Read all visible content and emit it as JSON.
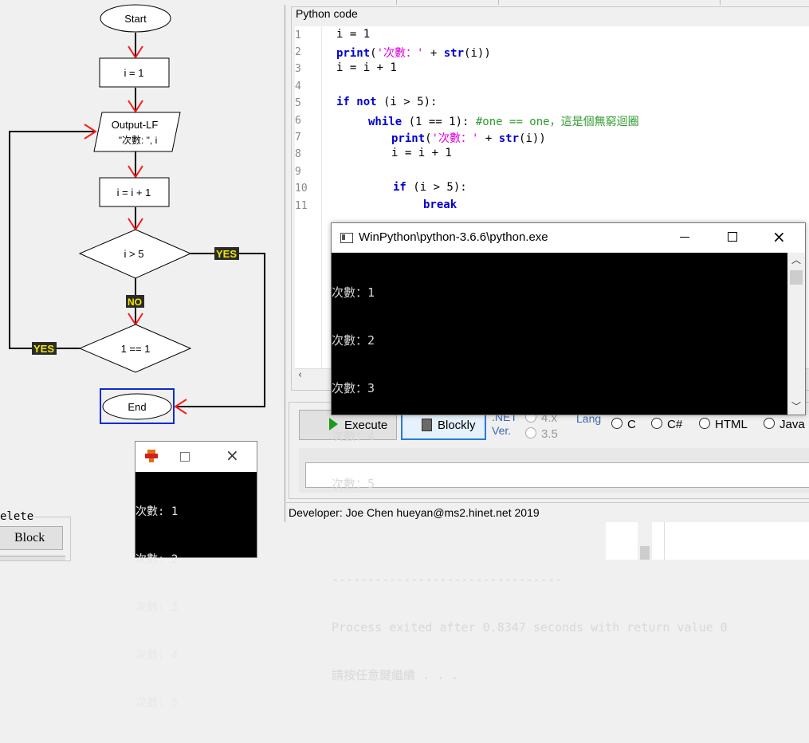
{
  "flowchart": {
    "start": "Start",
    "init": "i = 1",
    "output_line1": "Output-LF",
    "output_line2": "\"次數: \", i",
    "increment": "i = i + 1",
    "cond1": "i > 5",
    "cond2": "1 == 1",
    "end": "End",
    "yes": "YES",
    "no": "NO"
  },
  "delete_group": {
    "legend": "elete",
    "button": "Block"
  },
  "code_panel": {
    "legend": "Python code",
    "lines": [
      {
        "n": "1"
      },
      {
        "n": "2"
      },
      {
        "n": "3"
      },
      {
        "n": "4"
      },
      {
        "n": "5"
      },
      {
        "n": "6"
      },
      {
        "n": "7"
      },
      {
        "n": "8"
      },
      {
        "n": "9"
      },
      {
        "n": "10"
      },
      {
        "n": "11"
      }
    ],
    "code": {
      "l1": "i = 1",
      "l2_fn": "print",
      "l2_open": "(",
      "l2_str": "'次數：'",
      "l2_rest": " + ",
      "l2_str_fn": "str",
      "l2_end": "(i))",
      "l3": "i = i + 1",
      "l5_if": "if",
      "l5_not": " not",
      "l5_rest": " (i > 5):",
      "l6_while": "while",
      "l6_rest": " (1 == 1): ",
      "l6_comment": "#one == one，這是個無窮迴圈",
      "l7_fn": "print",
      "l7_open": "(",
      "l7_str": "'次數：'",
      "l7_rest": " + ",
      "l7_str_fn": "str",
      "l7_end": "(i))",
      "l8": "i = i + 1",
      "l10_if": "if",
      "l10_rest": " (i > 5):",
      "l11_break": "break"
    }
  },
  "console": {
    "title": "WinPython\\python-3.6.6\\python.exe",
    "lines": [
      "次數：1",
      "次數：2",
      "次數：3",
      "次數：4",
      "次數：5",
      "",
      "--------------------------------",
      "Process exited after 0.8347 seconds with return value 0",
      "請按任意鍵繼續 . . ."
    ]
  },
  "toolbar": {
    "execute": "Execute",
    "blockly": "Blockly",
    "net_label": ".NET",
    "ver_label": "Ver.",
    "v4x": "4.x",
    "v35": "3.5",
    "lang_label": "Lang",
    "langs": [
      "C",
      "C#",
      "HTML",
      "Java"
    ]
  },
  "status": "Developer: Joe Chen hueyan@ms2.hinet.net 2019",
  "mini_console": {
    "lines": [
      "次數: 1",
      "次數: 2",
      "次數: 3",
      "次數: 4",
      "次數: 5"
    ]
  },
  "colors": {
    "yes_badge": "#2b2b2b",
    "yes_text": "#f5e600",
    "arrow": "#ff2020",
    "selected_border": "#0a2ad6"
  }
}
